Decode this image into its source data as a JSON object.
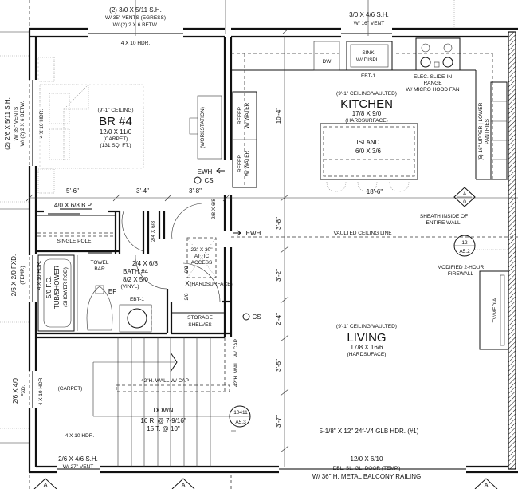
{
  "bedroom": {
    "window_top": [
      "(2) 3/0 X 5/11 S.H.",
      "W/ 35\" VENTS (EGRESS)",
      "W/ (2) 2 X 6 BETW."
    ],
    "header_top": "4 X 10 HDR.",
    "window_left": [
      "(2) 2/6 X 5/11 S.H.",
      "W/ 35\" VENTS",
      "W/ (2) 2 X 6 BETW."
    ],
    "header_left": "4 X 10 HDR.",
    "ceiling": "(9'-1\" CEILING)",
    "name": "BR #4",
    "size": "12/0 X 11/0",
    "floor": "(CARPET)",
    "area": "(131 SQ. FT.)",
    "workstation": "(WORKSTATION)",
    "ewh": "EWH",
    "cs": "CS"
  },
  "dimensions": {
    "d1": "5'-6\"",
    "d2": "3'-4\"",
    "d3": "3'-8\"",
    "overall": "18'-6\"",
    "v1": "10'-4\"",
    "v2": "3'-8\"",
    "v3": "3'-2\"",
    "v4": "2'-4\"",
    "v5": "3'-5\"",
    "v6": "3'-7\""
  },
  "closet": {
    "door": "4/0 X 6/8 B.P.",
    "pole": "SINGLE POLE"
  },
  "doors": {
    "d_closet": "2/4 X 6/8",
    "d_br": "2/8 X 6/8",
    "d_bath": "2/4 X 6/8",
    "d_storage_a": "2/8",
    "d_storage_b": "6/8",
    "d_storage_x": "X"
  },
  "bath": {
    "tub": [
      "5/0 F.G.",
      "TUB/SHOWER",
      "(SHOWER ROD)"
    ],
    "tub_window": [
      "2/6 X 2/0 FXD.",
      "(TEMP.)"
    ],
    "tub_header": "4 X 10 HDR.",
    "towel": [
      "TOWEL",
      "BAR"
    ],
    "name": "BATH #4",
    "size": "8/2 X 5/0",
    "floor": "(VINYL)",
    "fan": "EF",
    "sink": "EBT-1"
  },
  "attic": {
    "size": "22\" X 30\"",
    "label": [
      "ATTIC",
      "ACCESS"
    ],
    "floor": "(HARDSURFACE)"
  },
  "storage": [
    "STORAGE",
    "SHELVES"
  ],
  "ewh2": "EWH",
  "cs2": "CS",
  "stair": {
    "wall_cap": "42\"H. WALL W/ CAP",
    "wall_cap_v": "42\"H. WALL W/ CAP",
    "floor": "(CARPET)",
    "direction": "DOWN",
    "risers": "16 R. @ 7-9/16\"",
    "treads": "15 T. @ 10\"",
    "detail_num": "10411",
    "detail_sheet": "A5.3",
    "window_left": [
      "2/6 X 4/0",
      "FXD."
    ],
    "header_left": "4 X 10 HDR.",
    "header_bottom": "4 X 10 HDR.",
    "window_bottom": [
      "2/6 X 4/6 S.H.",
      "W/ 27\" VENT"
    ]
  },
  "kitchen": {
    "window": [
      "3/0 X 4/6 S.H.",
      "W/ 16\" VENT"
    ],
    "dw": "DW",
    "sink": [
      "SINK",
      "W/ DISPL."
    ],
    "sink_fixture": "EBT-1",
    "range": [
      "ELEC. SLIDE-IN",
      "RANGE",
      "W/ MICRO HOOD FAN"
    ],
    "ceiling": "(9'-1\" CEILING/VAULTED)",
    "name": "KITCHEN",
    "size": "17/8 X 9/0",
    "floor": "(HARDSURFACE)",
    "island": [
      "ISLAND",
      "6/0 X 3/6"
    ],
    "refer": [
      "REFER",
      "W/ WATER"
    ],
    "pantries": [
      "(5) 16\" UPPER | LOWER",
      "PANTRIES"
    ]
  },
  "notes": {
    "section_a_top": "A",
    "section_a_bottom": "0",
    "sheath": [
      "SHEATH INSIDE OF",
      "ENTIRE WALL."
    ],
    "vaulted_line": "VAULTED CEILING LINE",
    "detail_num": "12",
    "detail_sheet": "A5.2",
    "firewall": [
      "MODIFIED 2-HOUR",
      "FIREWALL"
    ],
    "tv": "TV/MEDIA",
    "section_markers": [
      "A",
      "A",
      "A"
    ]
  },
  "living": {
    "ceiling": "(9'-1\" CEILING/VAULTED)",
    "name": "LIVING",
    "size": "17/8 X 16/6",
    "floor": "(HARDSUFACE)",
    "header": "5-1/8\" X 12\" 24f-V4 GLB HDR. (#1)",
    "door": [
      "12/0 X 6/10",
      "DBL. SL. GL. DOOR (TEMP.)",
      "W/ 36\" H. METAL BALCONY RAILING"
    ]
  }
}
